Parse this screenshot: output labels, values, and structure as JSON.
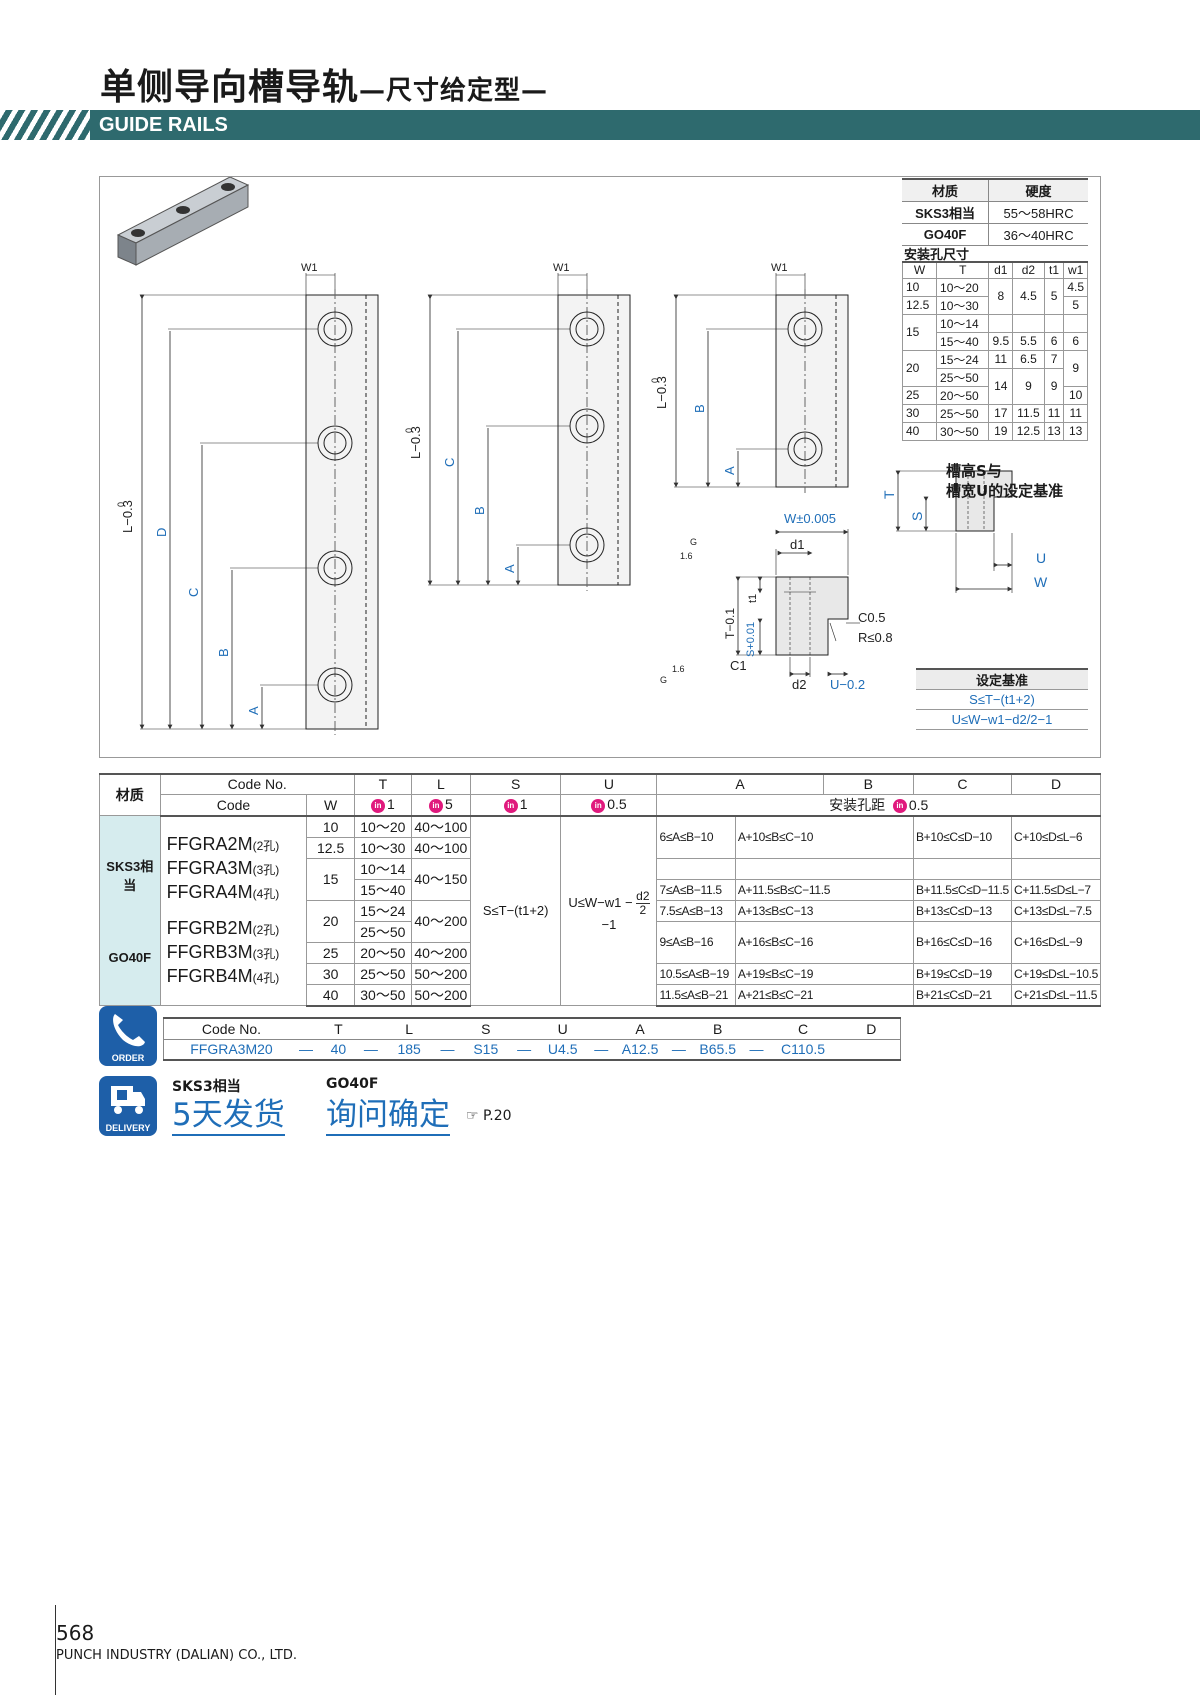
{
  "header": {
    "title_main": "单侧导向槽导轨",
    "title_sub": "—尺寸给定型—",
    "band_label": "GUIDE RAILS"
  },
  "drawing": {
    "w1": "W1",
    "L_tol": "L−0.3",
    "L_zero": "0",
    "D": "D",
    "C": "C",
    "B": "B",
    "A": "A",
    "W_tol": "W±0.005",
    "d1": "d1",
    "d2": "d2",
    "t1": "t1",
    "T_tol": "T−0.1",
    "S_tol": "S+0.01",
    "U_tol": "U−0.2",
    "C05": "C0.5",
    "R08": "R≤0.8",
    "C1": "C1",
    "G": "G",
    "r16": "1.6",
    "T": "T",
    "S": "S",
    "U": "U",
    "W": "W"
  },
  "material": {
    "head": [
      "材质",
      "硬度"
    ],
    "rows": [
      [
        "SKS3相当",
        "55～58HRC"
      ],
      [
        "GO40F",
        "36～40HRC"
      ]
    ]
  },
  "holes": {
    "caption": "安装孔尺寸",
    "head": [
      "W",
      "T",
      "d1",
      "d2",
      "t1",
      "w1"
    ]
  },
  "reference": {
    "caption_1": "槽高S与",
    "caption_2": "槽宽U的设定基准",
    "head": "设定基准",
    "rows": [
      "S≤T−(t1+2)",
      "U≤W−w1−d2/2−1"
    ]
  },
  "spec": {
    "h1": [
      "材质",
      "Code No.",
      "T",
      "L",
      "S",
      "U",
      "A",
      "B",
      "C",
      "D"
    ],
    "h2": [
      "Code",
      "W",
      "1",
      "5",
      "1",
      "0.5",
      "安装孔距",
      "0.5"
    ],
    "materials": [
      "SKS3相当",
      "GO40F"
    ],
    "codes": [
      {
        "code": "FFGRA2M",
        "holes": "(2孔)"
      },
      {
        "code": "FFGRA3M",
        "holes": "(3孔)"
      },
      {
        "code": "FFGRA4M",
        "holes": "(4孔)"
      },
      {
        "code": "FFGRB2M",
        "holes": "(2孔)"
      },
      {
        "code": "FFGRB3M",
        "holes": "(3孔)"
      },
      {
        "code": "FFGRB4M",
        "holes": "(4孔)"
      }
    ],
    "W": [
      "10",
      "12.5",
      "15",
      "20",
      "25",
      "30",
      "40"
    ],
    "T": [
      "10～20",
      "10～30",
      "10～14",
      "15～40",
      "15～24",
      "25～50",
      "20～50",
      "25～50",
      "30～50"
    ],
    "L": [
      "40～100",
      "40～100",
      "40～150",
      "40～200",
      "40～200",
      "50～200",
      "50～200"
    ],
    "S": "S≤T−(t1+2)",
    "U_pre": "U≤W−w1 −",
    "U_num": "d2",
    "U_den": "2",
    "U_post": "−1",
    "A": [
      "6≤A≤B−10",
      "7≤A≤B−11.5",
      "7.5≤A≤B−13",
      "9≤A≤B−16",
      "10.5≤A≤B−19",
      "11.5≤A≤B−21"
    ],
    "B": [
      "A+10≤B≤C−10",
      "A+11.5≤B≤C−11.5",
      "A+13≤B≤C−13",
      "A+16≤B≤C−16",
      "A+19≤B≤C−19",
      "A+21≤B≤C−21"
    ],
    "C": [
      "B+10≤C≤D−10",
      "B+11.5≤C≤D−11.5",
      "B+13≤C≤D−13",
      "B+16≤C≤D−16",
      "B+19≤C≤D−19",
      "B+21≤C≤D−21"
    ],
    "D": [
      "C+10≤D≤L−6",
      "C+11.5≤D≤L−7",
      "C+13≤D≤L−7.5",
      "C+16≤D≤L−9",
      "C+19≤D≤L−10.5",
      "C+21≤D≤L−11.5"
    ]
  },
  "order": {
    "icon_caption": "ORDER",
    "head": [
      "Code No.",
      "T",
      "L",
      "S",
      "U",
      "A",
      "B",
      "C",
      "D"
    ],
    "vals": [
      "FFGRA3M20",
      "—",
      "40",
      "—",
      "185",
      "—",
      "S15",
      "—",
      "U4.5",
      "—",
      "A12.5",
      "—",
      "B65.5",
      "—",
      "C110.5"
    ]
  },
  "delivery": {
    "icon_caption": "DELIVERY",
    "lab1": "SKS3相当",
    "val1": "5天发货",
    "lab2": "GO40F",
    "val2": "询问确定",
    "ref": "☞ P.20"
  },
  "footer": {
    "page": "568",
    "company": "PUNCH INDUSTRY (DALIAN) CO., LTD."
  }
}
